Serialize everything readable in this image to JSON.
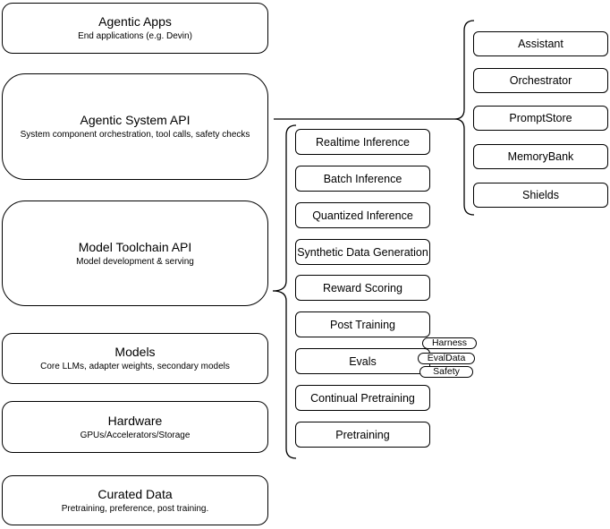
{
  "diagram": {
    "background": "#ffffff",
    "stroke": "#000000",
    "left_stack": [
      {
        "title": "Agentic Apps",
        "subtitle": "End applications (e.g. Devin)"
      },
      {
        "title": "Agentic System API",
        "subtitle": "System component orchestration, tool calls, safety checks"
      },
      {
        "title": "Model Toolchain API",
        "subtitle": "Model development & serving"
      },
      {
        "title": "Models",
        "subtitle": "Core LLMs, adapter weights, secondary models"
      },
      {
        "title": "Hardware",
        "subtitle": "GPUs/Accelerators/Storage"
      },
      {
        "title": "Curated Data",
        "subtitle": "Pretraining, preference, post training."
      }
    ],
    "toolchain_services": [
      "Realtime Inference",
      "Batch Inference",
      "Quantized Inference",
      "Synthetic Data Generation",
      "Reward Scoring",
      "Post Training",
      "Evals",
      "Continual Pretraining",
      "Pretraining"
    ],
    "eval_tags": [
      "Harness",
      "EvalData",
      "Safety"
    ],
    "system_components": [
      "Assistant",
      "Orchestrator",
      "PromptStore",
      "MemoryBank",
      "Shields"
    ]
  }
}
